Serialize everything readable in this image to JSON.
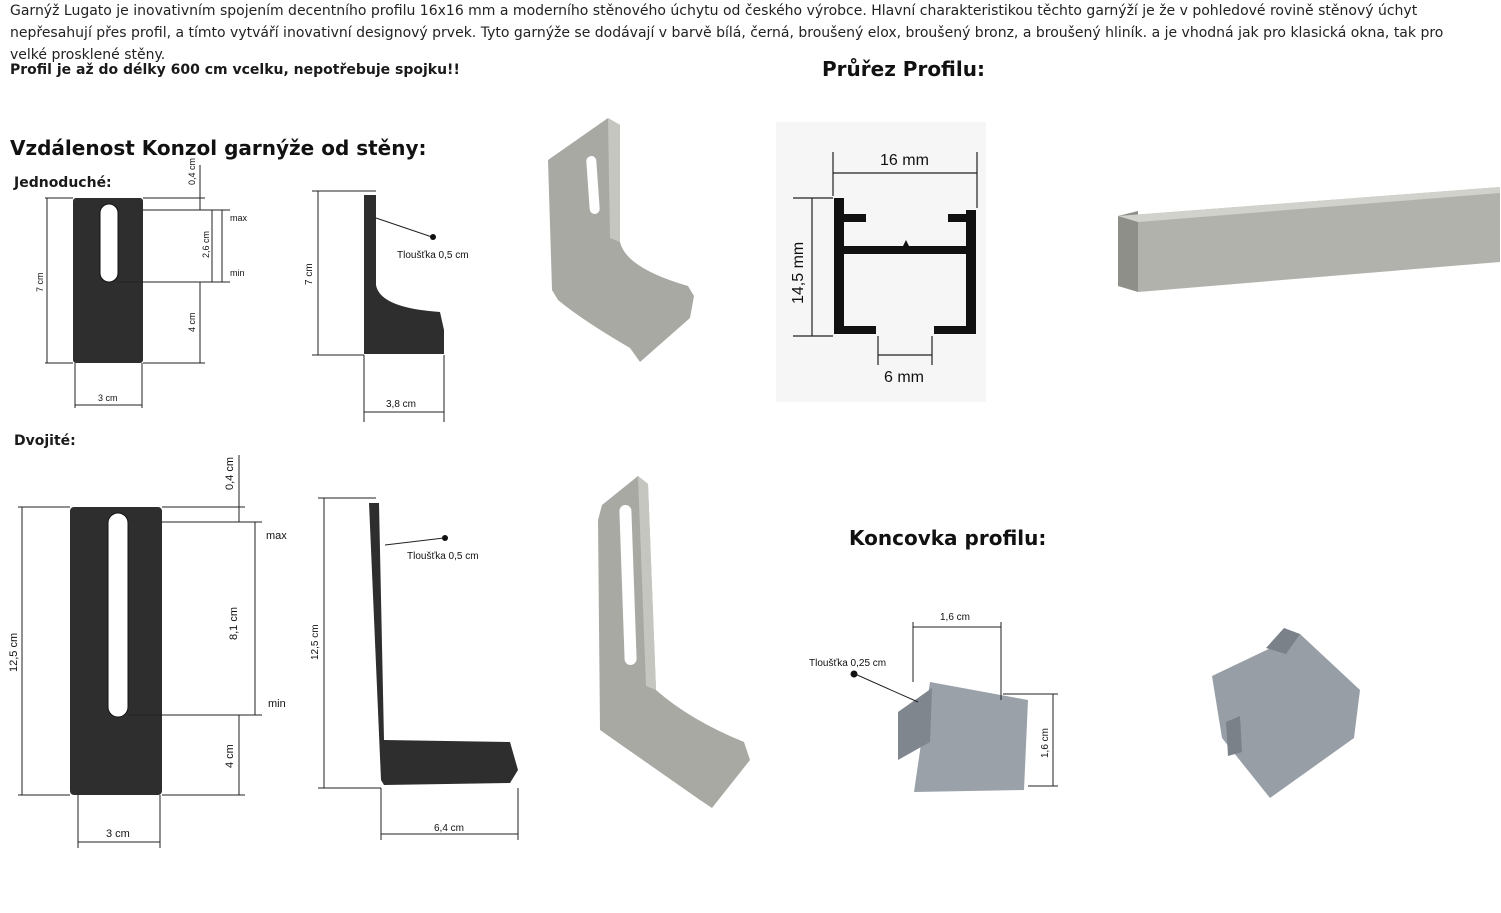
{
  "intro_text": "Garnýž Lugato je inovativním spojením decentního profilu 16x16 mm a moderního stěnového úchytu od českého výrobce. Hlavní charakteristikou těchto garnýží je že v pohledové rovině stěnový úchyt nepřesahují přes profil, a tímto vytváří inovativní designový prvek. Tyto garnýže se dodávají v barvě bílá, černá, broušený elox, broušený bronz, a broušený hliník. a je vhodná jak pro klasická okna, tak pro velké prosklené stěny.",
  "profile_note": "Profil je až do délky 600 cm vcelku, nepotřebuje spojku!!",
  "headings": {
    "bracket_distance": "Vzdálenost Konzol garnýže od stěny:",
    "profile_section": "Průřez Profilu:",
    "end_cap": "Koncovka profilu:"
  },
  "single": {
    "label": "Jednoduché:",
    "dims": {
      "top": "0,4 cm",
      "max": "max",
      "range": "2,6 cm",
      "min": "min",
      "height": "7 cm",
      "bottom": "4 cm",
      "width": "3 cm",
      "thickness": "Tloušťka 0,5 cm",
      "depth": "3,8 cm"
    }
  },
  "double": {
    "label": "Dvojité:",
    "dims": {
      "top": "0,4 cm",
      "max": "max",
      "range": "8,1 cm",
      "min": "min",
      "height": "12,5 cm",
      "bottom": "4 cm",
      "width": "3 cm",
      "thickness": "Tloušťka 0,5 cm",
      "depth": "6,4 cm"
    }
  },
  "profile": {
    "width": "16 mm",
    "height": "14,5 mm",
    "opening": "6 mm"
  },
  "end_cap": {
    "thickness": "Tloušťka 0,25 cm",
    "width": "1,6 cm",
    "height": "1,6 cm"
  },
  "colors": {
    "black_bracket": "#2b2b2b",
    "silver": "#a9a9a4",
    "cap_gray": "#8c939b"
  }
}
